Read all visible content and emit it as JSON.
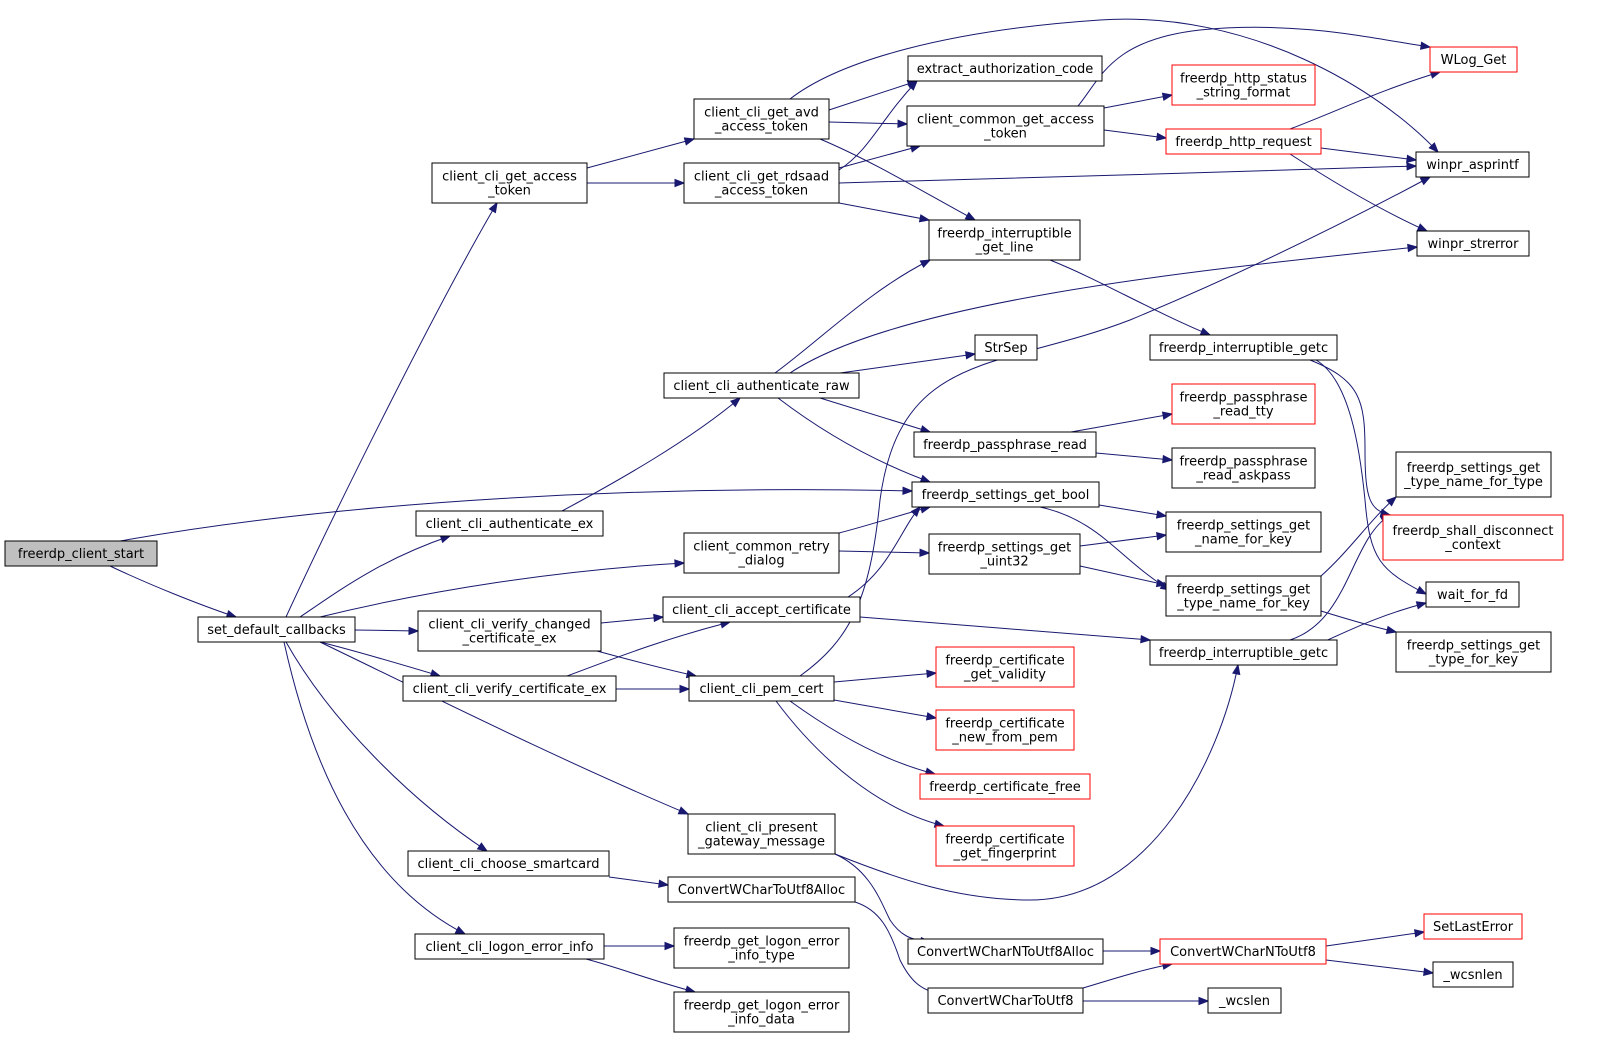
{
  "colors": {
    "edge": "#191970",
    "box_normal": "#000000",
    "box_truncated": "#ff0000",
    "box_root_fill": "#bfbfbf",
    "background": "#ffffff"
  },
  "nodes": [
    {
      "id": "freerdp_client_start",
      "lines": [
        "freerdp_client_start"
      ],
      "style": "root"
    },
    {
      "id": "set_default_callbacks",
      "lines": [
        "set_default_callbacks"
      ],
      "style": "normal"
    },
    {
      "id": "client_cli_get_access_token",
      "lines": [
        "client_cli_get_access",
        "_token"
      ],
      "style": "normal"
    },
    {
      "id": "client_cli_authenticate_ex",
      "lines": [
        "client_cli_authenticate_ex"
      ],
      "style": "normal"
    },
    {
      "id": "client_cli_verify_changed_certificate_ex",
      "lines": [
        "client_cli_verify_changed",
        "_certificate_ex"
      ],
      "style": "normal"
    },
    {
      "id": "client_cli_verify_certificate_ex",
      "lines": [
        "client_cli_verify_certificate_ex"
      ],
      "style": "normal"
    },
    {
      "id": "client_cli_choose_smartcard",
      "lines": [
        "client_cli_choose_smartcard"
      ],
      "style": "normal"
    },
    {
      "id": "client_cli_logon_error_info",
      "lines": [
        "client_cli_logon_error_info"
      ],
      "style": "normal"
    },
    {
      "id": "client_cli_get_avd_access_token",
      "lines": [
        "client_cli_get_avd",
        "_access_token"
      ],
      "style": "normal"
    },
    {
      "id": "client_cli_get_rdsaad_access_token",
      "lines": [
        "client_cli_get_rdsaad",
        "_access_token"
      ],
      "style": "normal"
    },
    {
      "id": "client_cli_authenticate_raw",
      "lines": [
        "client_cli_authenticate_raw"
      ],
      "style": "normal"
    },
    {
      "id": "client_common_retry_dialog",
      "lines": [
        "client_common_retry",
        "_dialog"
      ],
      "style": "normal"
    },
    {
      "id": "client_cli_accept_certificate",
      "lines": [
        "client_cli_accept_certificate"
      ],
      "style": "normal"
    },
    {
      "id": "client_cli_pem_cert",
      "lines": [
        "client_cli_pem_cert"
      ],
      "style": "normal"
    },
    {
      "id": "client_cli_present_gateway_message",
      "lines": [
        "client_cli_present",
        "_gateway_message"
      ],
      "style": "normal"
    },
    {
      "id": "ConvertWCharToUtf8Alloc",
      "lines": [
        "ConvertWCharToUtf8Alloc"
      ],
      "style": "normal"
    },
    {
      "id": "freerdp_get_logon_error_info_type",
      "lines": [
        "freerdp_get_logon_error",
        "_info_type"
      ],
      "style": "normal"
    },
    {
      "id": "freerdp_get_logon_error_info_data",
      "lines": [
        "freerdp_get_logon_error",
        "_info_data"
      ],
      "style": "normal"
    },
    {
      "id": "extract_authorization_code",
      "lines": [
        "extract_authorization_code"
      ],
      "style": "normal"
    },
    {
      "id": "client_common_get_access_token",
      "lines": [
        "client_common_get_access",
        "_token"
      ],
      "style": "normal"
    },
    {
      "id": "freerdp_interruptible_get_line",
      "lines": [
        "freerdp_interruptible",
        "_get_line"
      ],
      "style": "normal"
    },
    {
      "id": "StrSep",
      "lines": [
        "StrSep"
      ],
      "style": "normal"
    },
    {
      "id": "freerdp_passphrase_read",
      "lines": [
        "freerdp_passphrase_read"
      ],
      "style": "normal"
    },
    {
      "id": "freerdp_settings_get_bool",
      "lines": [
        "freerdp_settings_get_bool"
      ],
      "style": "normal"
    },
    {
      "id": "freerdp_settings_get_uint32",
      "lines": [
        "freerdp_settings_get",
        "_uint32"
      ],
      "style": "normal"
    },
    {
      "id": "freerdp_certificate_get_validity",
      "lines": [
        "freerdp_certificate",
        "_get_validity"
      ],
      "style": "truncated"
    },
    {
      "id": "freerdp_certificate_new_from_pem",
      "lines": [
        "freerdp_certificate",
        "_new_from_pem"
      ],
      "style": "truncated"
    },
    {
      "id": "freerdp_certificate_free",
      "lines": [
        "freerdp_certificate_free"
      ],
      "style": "truncated"
    },
    {
      "id": "freerdp_certificate_get_fingerprint",
      "lines": [
        "freerdp_certificate",
        "_get_fingerprint"
      ],
      "style": "truncated"
    },
    {
      "id": "ConvertWCharNToUtf8Alloc",
      "lines": [
        "ConvertWCharNToUtf8Alloc"
      ],
      "style": "normal"
    },
    {
      "id": "ConvertWCharToUtf8",
      "lines": [
        "ConvertWCharToUtf8"
      ],
      "style": "normal"
    },
    {
      "id": "freerdp_http_status_string_format",
      "lines": [
        "freerdp_http_status",
        "_string_format"
      ],
      "style": "truncated"
    },
    {
      "id": "freerdp_http_request",
      "lines": [
        "freerdp_http_request"
      ],
      "style": "truncated"
    },
    {
      "id": "freerdp_interruptible_getc_a",
      "lines": [
        "freerdp_interruptible_getc"
      ],
      "style": "normal"
    },
    {
      "id": "freerdp_passphrase_read_tty",
      "lines": [
        "freerdp_passphrase",
        "_read_tty"
      ],
      "style": "truncated"
    },
    {
      "id": "freerdp_passphrase_read_askpass",
      "lines": [
        "freerdp_passphrase",
        "_read_askpass"
      ],
      "style": "normal"
    },
    {
      "id": "freerdp_settings_get_name_for_key",
      "lines": [
        "freerdp_settings_get",
        "_name_for_key"
      ],
      "style": "normal"
    },
    {
      "id": "freerdp_settings_get_type_name_for_key",
      "lines": [
        "freerdp_settings_get",
        "_type_name_for_key"
      ],
      "style": "normal"
    },
    {
      "id": "freerdp_interruptible_getc_b",
      "lines": [
        "freerdp_interruptible_getc"
      ],
      "style": "normal"
    },
    {
      "id": "ConvertWCharNToUtf8",
      "lines": [
        "ConvertWCharNToUtf8"
      ],
      "style": "truncated"
    },
    {
      "id": "_wcslen",
      "lines": [
        "_wcslen"
      ],
      "style": "normal"
    },
    {
      "id": "WLog_Get",
      "lines": [
        "WLog_Get"
      ],
      "style": "truncated"
    },
    {
      "id": "winpr_asprintf",
      "lines": [
        "winpr_asprintf"
      ],
      "style": "normal"
    },
    {
      "id": "winpr_strerror",
      "lines": [
        "winpr_strerror"
      ],
      "style": "normal"
    },
    {
      "id": "freerdp_settings_get_type_name_for_type",
      "lines": [
        "freerdp_settings_get",
        "_type_name_for_type"
      ],
      "style": "normal"
    },
    {
      "id": "freerdp_shall_disconnect_context",
      "lines": [
        "freerdp_shall_disconnect",
        "_context"
      ],
      "style": "truncated"
    },
    {
      "id": "wait_for_fd",
      "lines": [
        "wait_for_fd"
      ],
      "style": "normal"
    },
    {
      "id": "freerdp_settings_get_type_for_key",
      "lines": [
        "freerdp_settings_get",
        "_type_for_key"
      ],
      "style": "normal"
    },
    {
      "id": "SetLastError",
      "lines": [
        "SetLastError"
      ],
      "style": "truncated"
    },
    {
      "id": "_wcsnlen",
      "lines": [
        "_wcsnlen"
      ],
      "style": "normal"
    }
  ]
}
